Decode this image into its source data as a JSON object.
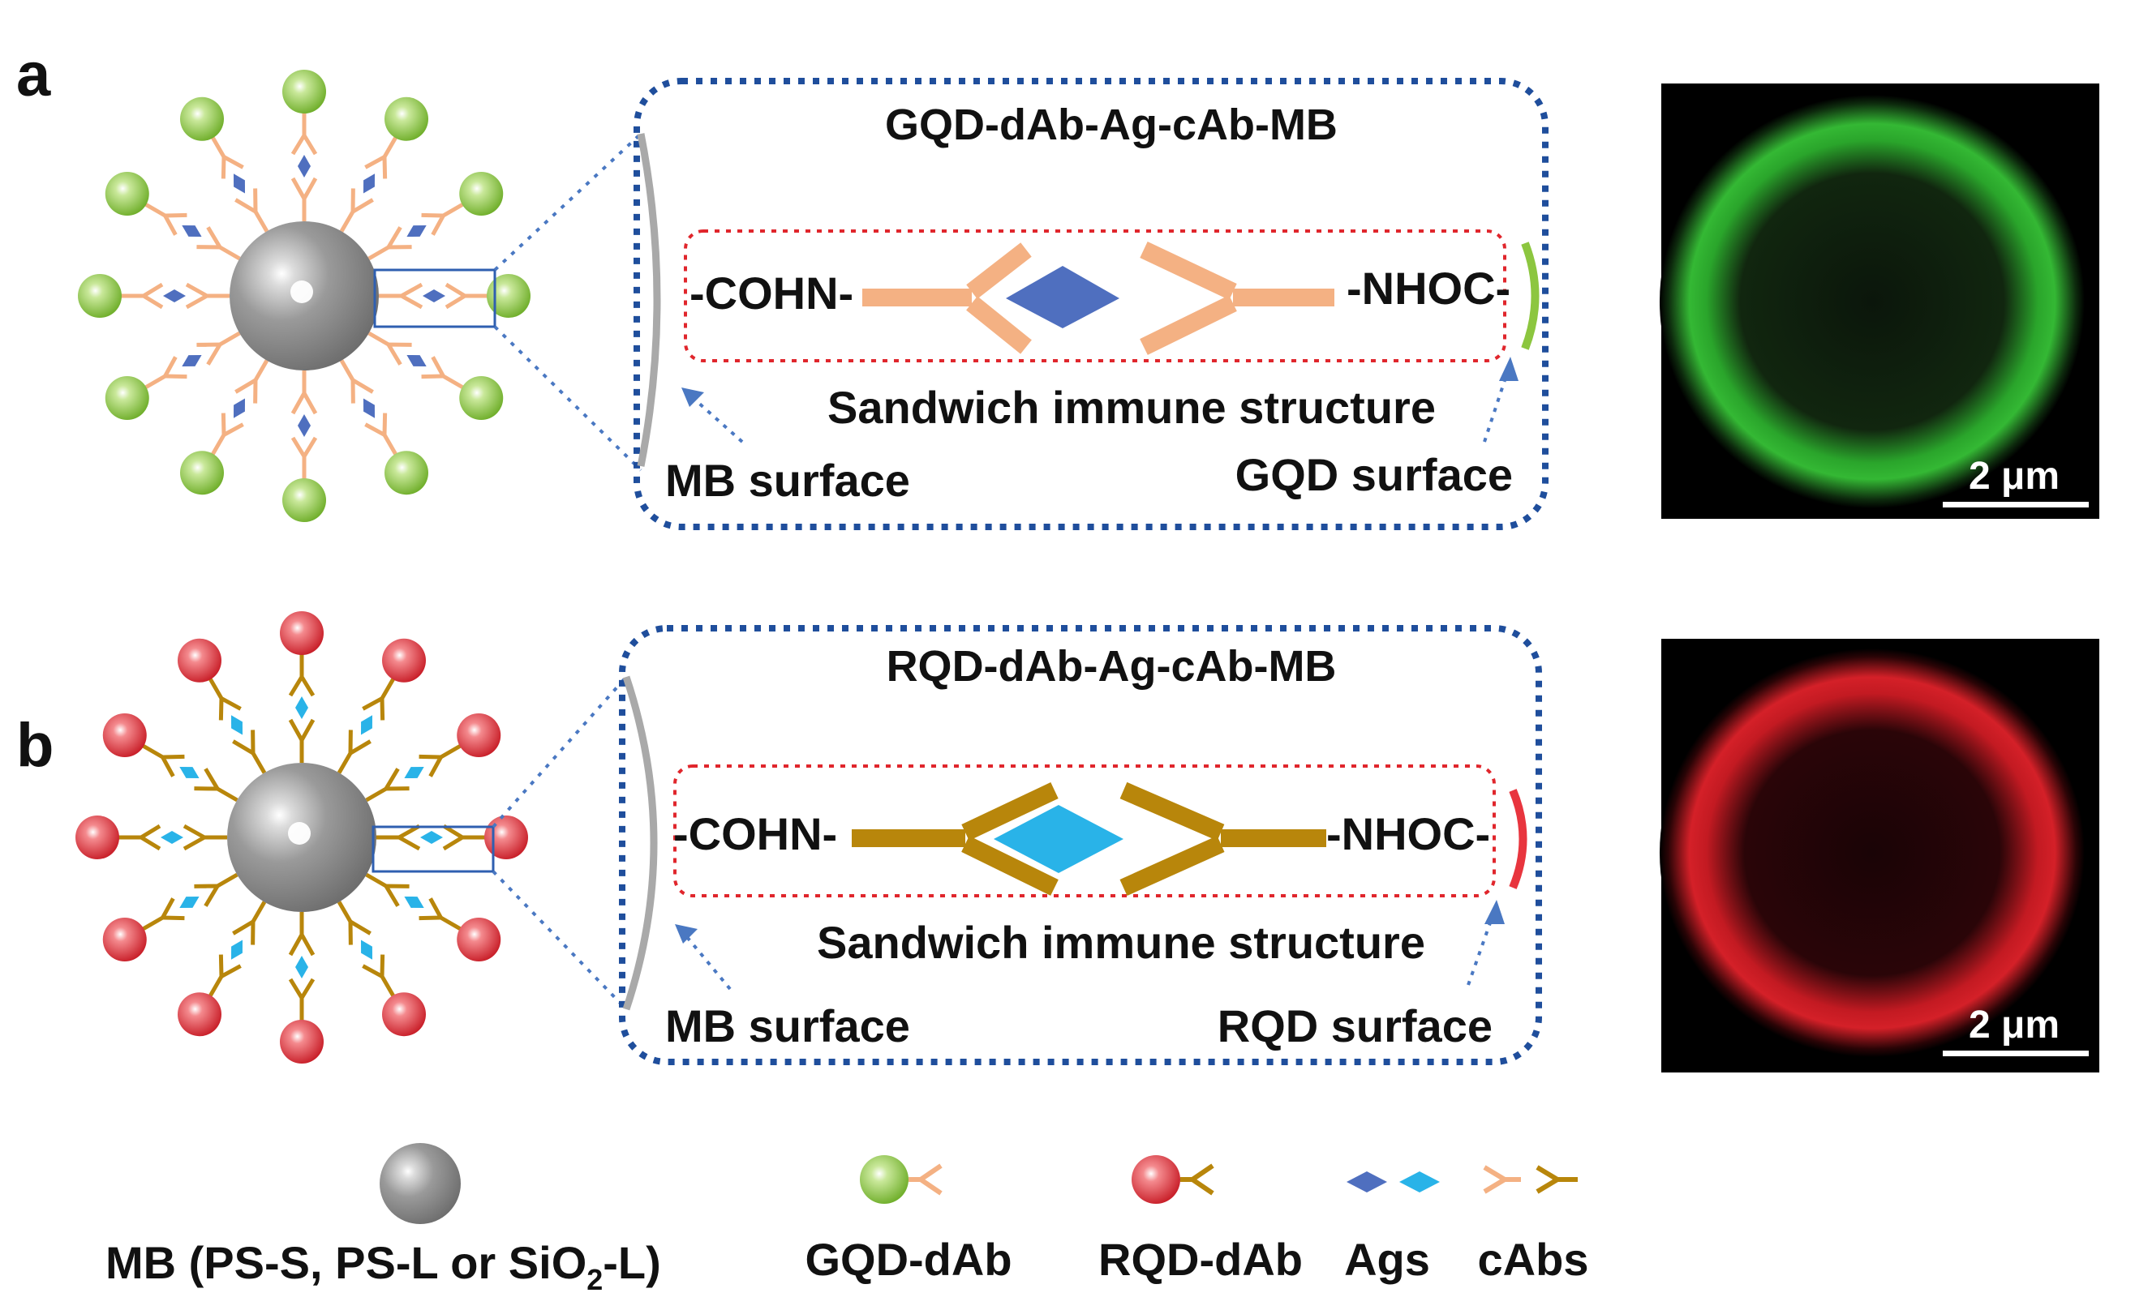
{
  "panels": [
    {
      "letter": "a",
      "box_title": "GQD-dAb-Ag-cAb-MB",
      "left_group": "-COHN-",
      "right_group": "-NHOC-",
      "structure_label": "Sandwich immune structure",
      "mb_surface_label": "MB surface",
      "qd_surface_label": "GQD surface",
      "scale_bar": "2 μm",
      "colors": {
        "qd": "#8cc63f",
        "antibody": "#f4b183",
        "antigen": "#4f6fbf",
        "fluorescence": "#39c83a"
      }
    },
    {
      "letter": "b",
      "box_title": "RQD-dAb-Ag-cAb-MB",
      "left_group": "-COHN-",
      "right_group": "-NHOC-",
      "structure_label": "Sandwich immune structure",
      "mb_surface_label": "MB surface",
      "qd_surface_label": "RQD surface",
      "scale_bar": "2 μm",
      "colors": {
        "qd": "#e8353e",
        "antibody": "#b8860b",
        "antigen": "#29b3e8",
        "fluorescence": "#e0202a"
      }
    }
  ],
  "legend": {
    "mb_label_main": "MB (PS-S, PS-L or SiO",
    "mb_label_sub": "2",
    "mb_label_end": "-L)",
    "gqd_label": "GQD-dAb",
    "rqd_label": "RQD-dAb",
    "ags_label": "Ags",
    "cabs_label": "cAbs"
  }
}
